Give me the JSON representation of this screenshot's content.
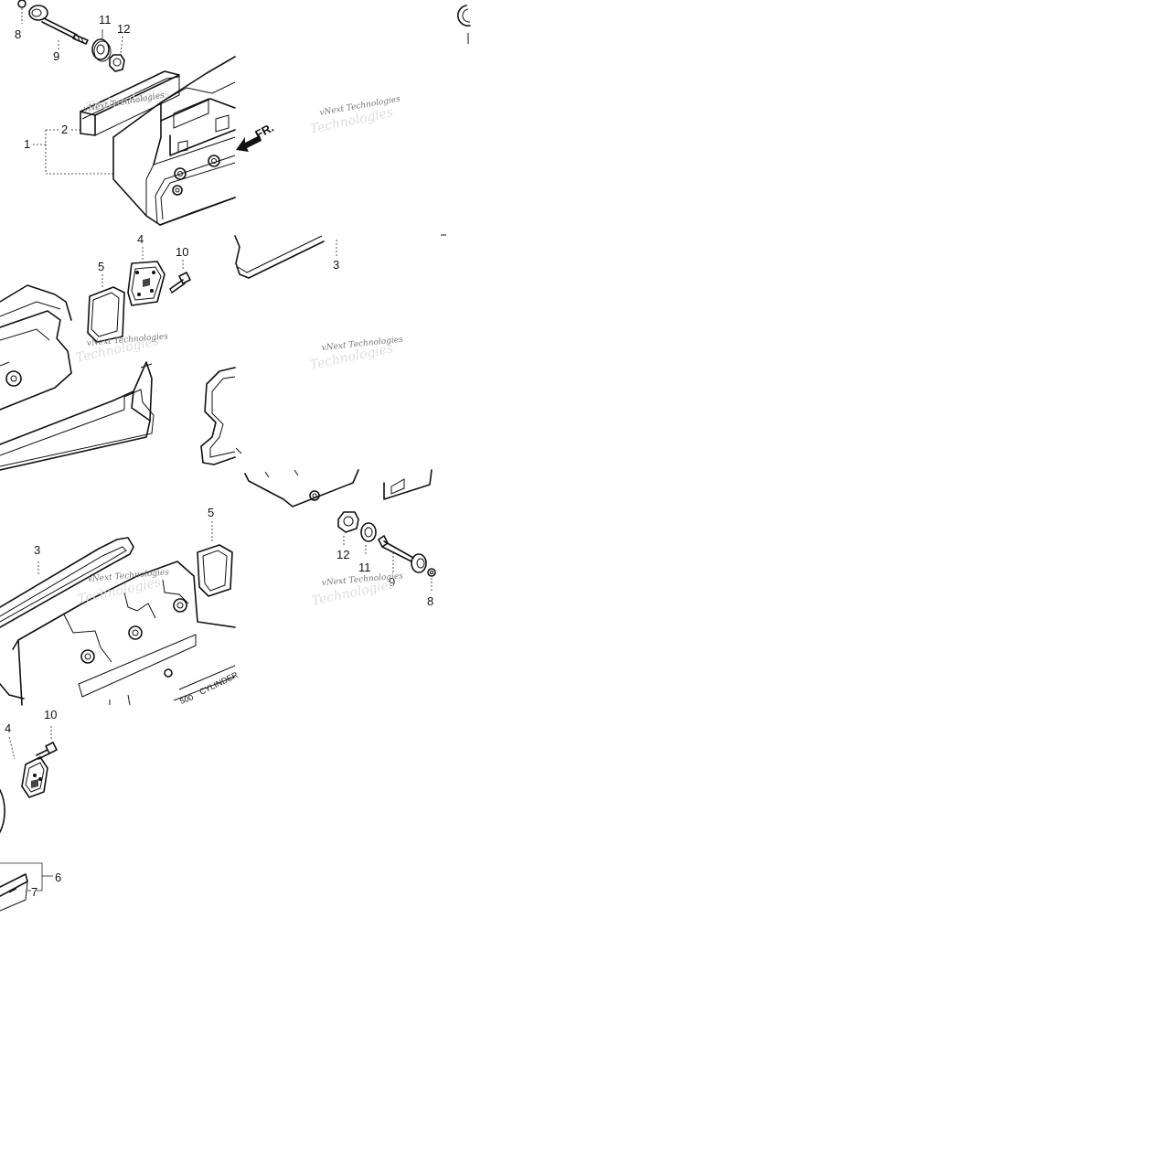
{
  "colors": {
    "background": "#ffffff",
    "ink": "#111111",
    "watermark": "#777777"
  },
  "watermark": {
    "text": "vNext Technologies",
    "text_overlay": "Technologies"
  },
  "direction_label": "FR.",
  "stamp_text": "CYLINDER",
  "stamp_prefix": "500",
  "labels": {
    "l1": "1",
    "l2": "2",
    "l3": "3",
    "l3b": "3",
    "l4": "4",
    "l4b": "4",
    "l5": "5",
    "l5b": "5",
    "l6": "6",
    "l7": "7",
    "l8": "8",
    "l8b": "8",
    "l9": "9",
    "l9b": "9",
    "l10": "10",
    "l10b": "10",
    "l11": "11",
    "l11b": "11",
    "l12": "12",
    "l12b": "12"
  }
}
